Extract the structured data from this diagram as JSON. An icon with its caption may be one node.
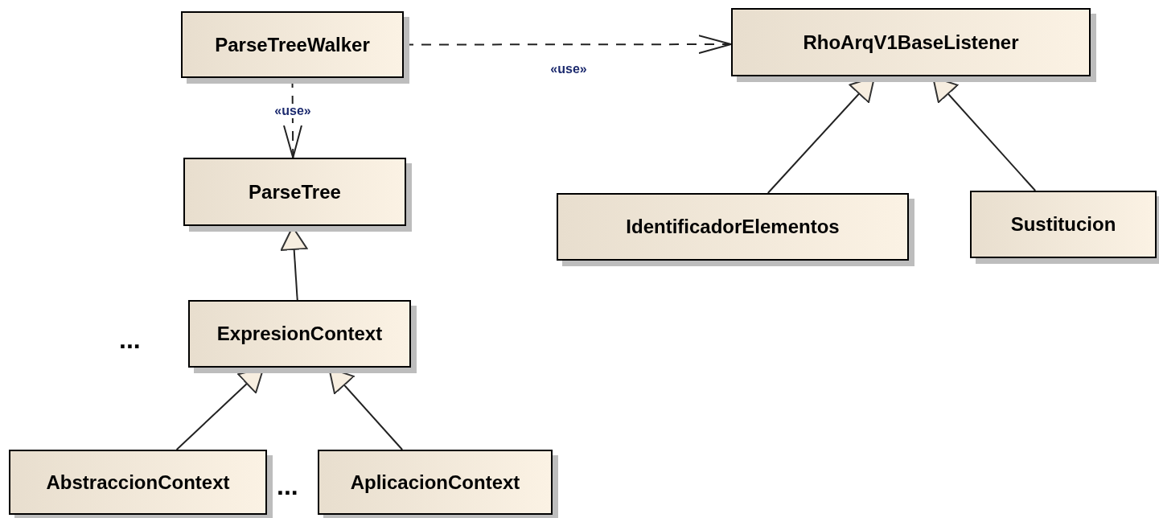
{
  "diagram": {
    "nodes": [
      {
        "text": [
          "ParseTreeWalker"
        ]
      },
      {
        "text": [
          "RhoArqV1BaseListener"
        ]
      },
      {
        "text": [
          "ParseTree"
        ]
      },
      {
        "text": [
          "IdentificadorElementos"
        ]
      },
      {
        "text": [
          "Sustitucion"
        ]
      },
      {
        "text": [
          "ExpresionContext"
        ]
      },
      {
        "text": [
          "AbstraccionContext"
        ]
      },
      {
        "text": [
          "AplicacionContext"
        ]
      }
    ],
    "edges": [
      {
        "from": 0,
        "to": 1,
        "arrow": "to",
        "style": "dashed",
        "label": "«use»"
      },
      {
        "from": 0,
        "to": 2,
        "arrow": "to",
        "style": "dashed",
        "label": "«use»"
      },
      {
        "from": 3,
        "to": 1,
        "arrow": "to"
      },
      {
        "from": 4,
        "to": 1,
        "arrow": "to"
      },
      {
        "from": 5,
        "to": 2,
        "arrow": "to"
      },
      {
        "from": 6,
        "to": 5,
        "arrow": "to"
      },
      {
        "from": 7,
        "to": 5,
        "arrow": "to"
      }
    ],
    "labels": [
      "...",
      "..."
    ]
  }
}
